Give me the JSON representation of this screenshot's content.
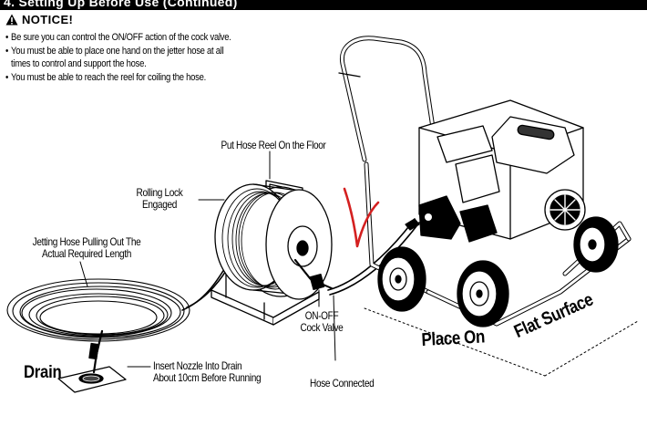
{
  "header": {
    "section_title": "4. Setting Up Before Use (Continued)"
  },
  "notice": {
    "title": "NOTICE!",
    "icon": "warning-triangle-icon",
    "items": [
      "Be sure you can control the ON/OFF action of the cock valve.",
      "You must be able to place one hand on the jetter hose at all",
      "times to control and support the hose.",
      "You must be able to reach the reel for coiling the hose."
    ]
  },
  "labels": {
    "hose_reel": "Put Hose Reel On the Floor",
    "rolling_lock_1": "Rolling Lock",
    "rolling_lock_2": "Engaged",
    "jetting_1": "Jetting Hose Pulling Out The",
    "jetting_2": "Actual Required Length",
    "onoff_1": "ON-OFF",
    "onoff_2": "Cock Valve",
    "nozzle_1": "Insert Nozzle Into Drain",
    "nozzle_2": "About 10cm Before Running",
    "hose_connected": "Hose Connected",
    "drain": "Drain",
    "place_on": "Place On",
    "flat_surface": "Flat Surface"
  },
  "colors": {
    "arrow": "#d42020",
    "ink": "#000000",
    "banner": "#000000"
  }
}
